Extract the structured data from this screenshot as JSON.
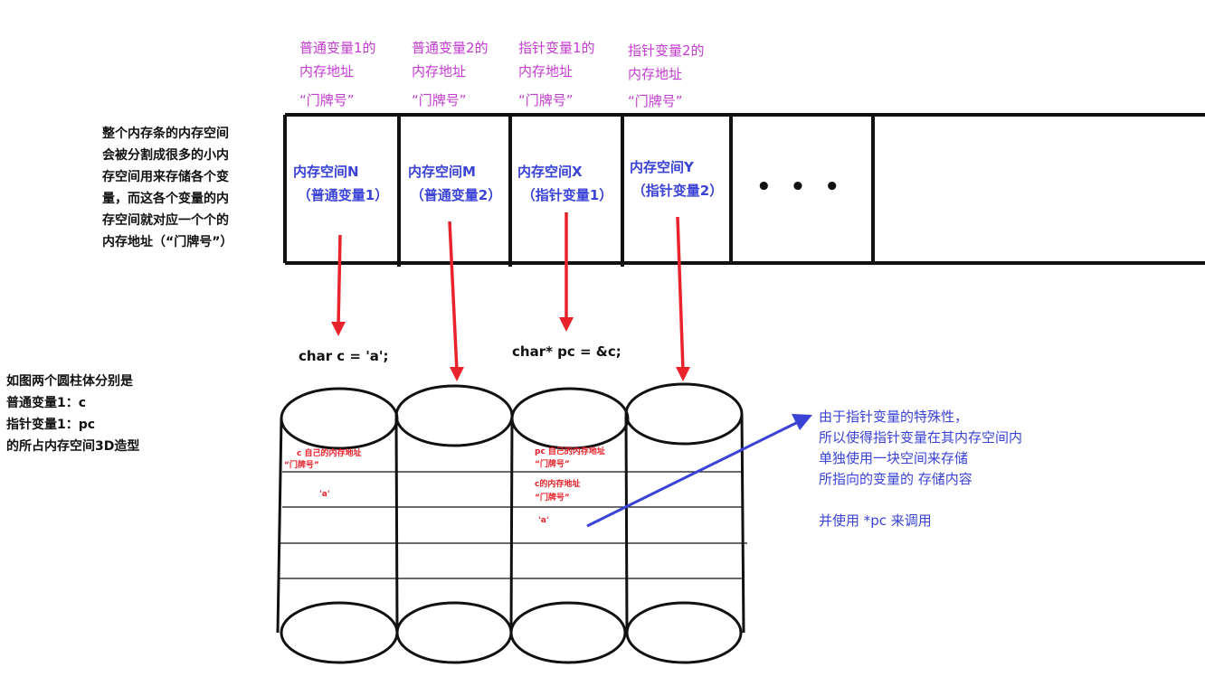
{
  "address_labels": [
    {
      "line1": "普通变量1的",
      "line2": "内存地址",
      "line3": "“门牌号”"
    },
    {
      "line1": "普通变量2的",
      "line2": "内存地址",
      "line3": "“门牌号”"
    },
    {
      "line1": "指针变量1的",
      "line2": "内存地址",
      "line3": "“门牌号”"
    },
    {
      "line1": "指针变量2的",
      "line2": "内存地址",
      "line3": "“门牌号”"
    }
  ],
  "memory_desc": [
    "整个内存条的内存空间",
    "会被分割成很多的小内",
    "存空间用来存储各个变",
    "量，而这各个变量的内",
    "存空间就对应一个个的",
    "内存地址（“门牌号”）"
  ],
  "cells": [
    {
      "name": "内存空间N",
      "sub": "（普通变量1）"
    },
    {
      "name": "内存空间M",
      "sub": "（普通变量2）"
    },
    {
      "name": "内存空间X",
      "sub": "（指针变量1）"
    },
    {
      "name": "内存空间Y",
      "sub": "（指针变量2）"
    }
  ],
  "ellipsis": "• • •",
  "code": {
    "char_c": "char c = 'a';",
    "char_pc": "char*  pc =  &c;"
  },
  "cylinder_desc": [
    "如图两个圆柱体分别是",
    "普通变量1：c",
    "指针变量1：pc",
    "的所占内存空间3D造型"
  ],
  "cyl1": {
    "addr1": "c 自己的内存地址",
    "addr2": "“门牌号”",
    "value": "'a'"
  },
  "cyl3": {
    "addr1": "pc 自己的内存地址",
    "addr2": "“门牌号”",
    "c_addr1": "c的内存地址",
    "c_addr2": "“门牌号”",
    "value": "'a'"
  },
  "pointer_note": [
    "由于指针变量的特殊性，",
    "所以使得指针变量在其内存空间内",
    "单独使用一块空间来存储",
    "所指向的变量的  存储内容",
    "",
    "并使用  *pc 来调用"
  ],
  "colors": {
    "magenta": "#c23ccf",
    "blue": "#3a43d6",
    "red": "#e8232b",
    "black": "#111111"
  }
}
